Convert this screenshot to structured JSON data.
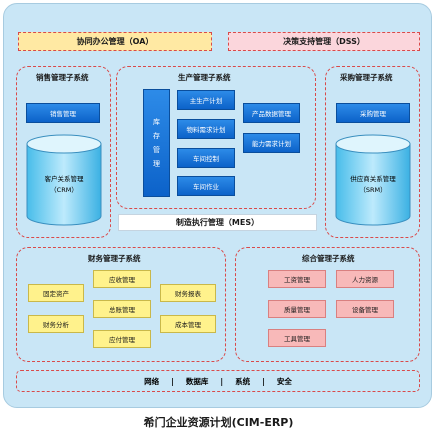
{
  "oa_label": "协同办公管理（OA）",
  "dss_label": "决策支持管理（DSS）",
  "sales": {
    "title": "销售管理子系统",
    "module": "销售管理",
    "db_line1": "客户关系管理",
    "db_line2": "（CRM）"
  },
  "production": {
    "title": "生产管理子系统",
    "stock_chars": [
      "库",
      "存",
      "管",
      "理"
    ],
    "mps": "主生产计划",
    "mrp": "物料需求计划",
    "workshop_control": "车间控制",
    "workshop_ops": "车间作业",
    "pdm": "产品数据管理",
    "crp": "能力需求计划"
  },
  "purchase": {
    "title": "采购管理子系统",
    "module": "采购管理",
    "db_line1": "供应商关系管理",
    "db_line2": "（SRM）"
  },
  "mes_label": "制造执行管理（MES）",
  "finance": {
    "title": "财务管理子系统",
    "fixed_assets": "固定资产",
    "receivable": "应收管理",
    "reports": "财务报表",
    "analysis": "财务分析",
    "ledger": "总账管理",
    "cost": "成本管理",
    "payable": "应付管理"
  },
  "general": {
    "title": "综合管理子系统",
    "salary": "工资管理",
    "hr": "人力资源",
    "quality": "质量管理",
    "equipment": "设备管理",
    "tooling": "工具管理"
  },
  "infra": [
    "网络",
    "数据库",
    "系统",
    "安全"
  ],
  "footer": "希门企业资源计划(CIM-ERP)"
}
